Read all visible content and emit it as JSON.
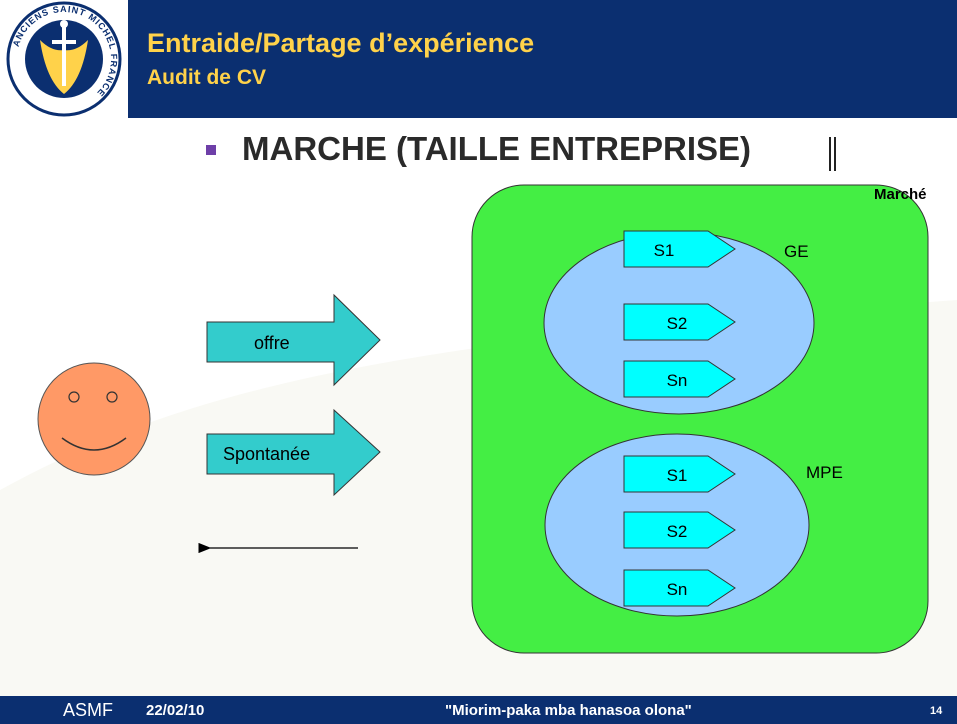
{
  "header": {
    "title": "Entraide/Partage d’expérience",
    "subtitle": "Audit de CV",
    "logo_text": "ANCIENS SAINT MICHEL FRANCE"
  },
  "heading": "MARCHE (TAILLE  ENTREPRISE)",
  "diagram": {
    "market_label": "Marché",
    "arrows": [
      "offre",
      "Spontanée"
    ],
    "groups": [
      {
        "label": "GE",
        "segments": [
          "S1",
          "S2",
          "Sn"
        ]
      },
      {
        "label": "MPE",
        "segments": [
          "S1",
          "S2",
          "Sn"
        ]
      }
    ]
  },
  "footer": {
    "org": "ASMF",
    "date": "22/02/10",
    "quote": "\"Miorim-paka mba hanasoa olona\"",
    "page": "14"
  },
  "colors": {
    "header_bg": "#0b2f70",
    "title_gold": "#ffd24a",
    "market_green": "#44ee44",
    "group_blue": "#99ccff",
    "arrow_teal": "#33cccc",
    "segment_cyan": "#00ffff",
    "smiley_orange": "#ff9966"
  }
}
